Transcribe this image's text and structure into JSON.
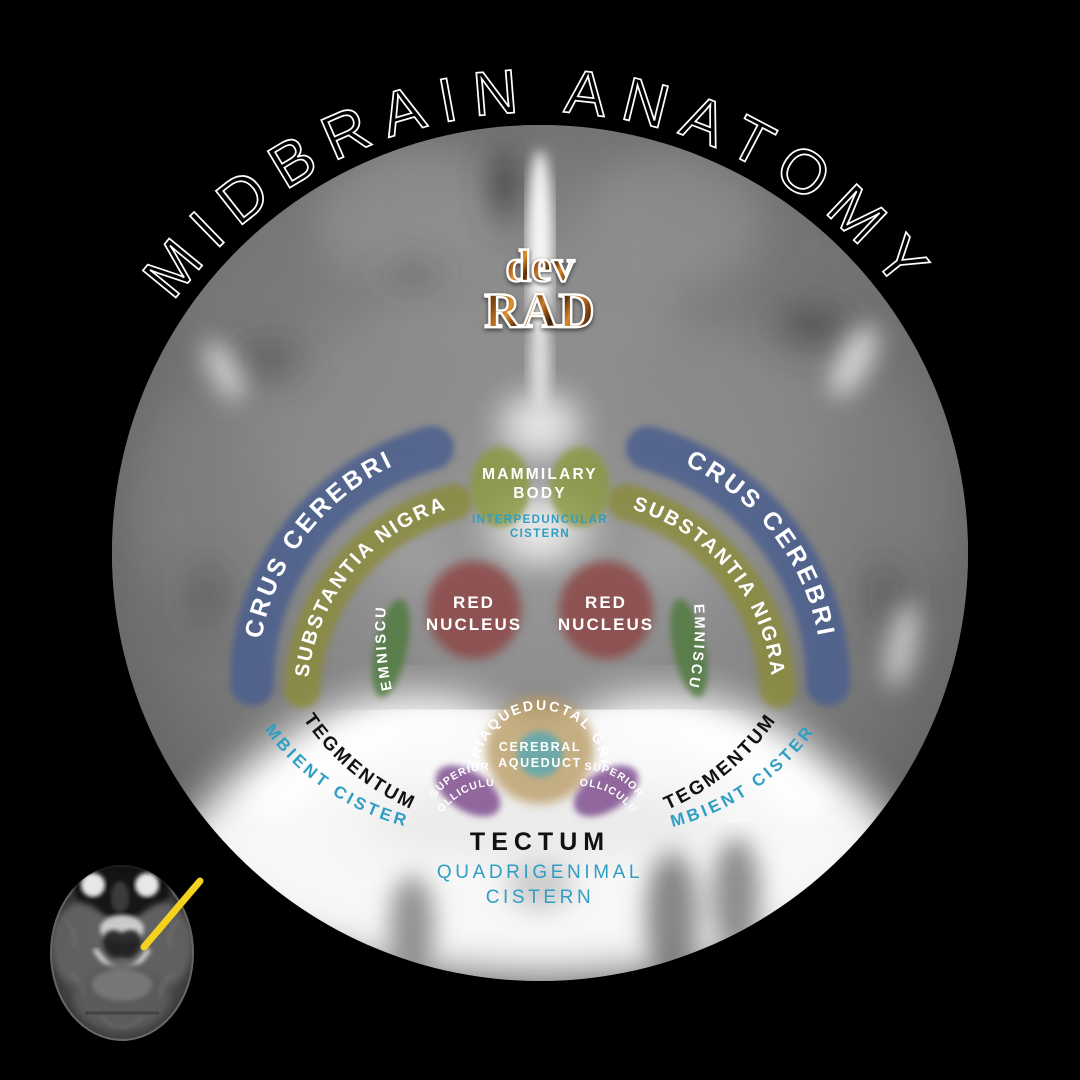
{
  "title": {
    "text": "MIDBRAIN ANATOMY"
  },
  "logo": {
    "line1": "dev",
    "line2": "RAD"
  },
  "colors": {
    "crus_cerebri": "#4a5d8f",
    "substantia_nigra": "#8b8b3c",
    "mammillary_body": "#8a9a40",
    "red_nucleus": "#8d4040",
    "lemniscus": "#4f7a3e",
    "periaqueductal_gray": "#b99a64",
    "cerebral_aqueduct": "#5ba8ae",
    "superior_colliculus": "#7b4a8c",
    "cistern_text": "#2f9ec4",
    "tectum_text": "#111111",
    "tegmentum_text": "#111111",
    "title_stroke": "#ffffff",
    "pointer": "#f5d21e",
    "background": "#000000"
  },
  "structures": [
    {
      "id": "crus-cerebri-left",
      "label": "CRUS CEREBRI",
      "side": "left",
      "color": "#4a5d8f",
      "text_color": "#ffffff"
    },
    {
      "id": "crus-cerebri-right",
      "label": "CRUS CEREBRI",
      "side": "right",
      "color": "#4a5d8f",
      "text_color": "#ffffff"
    },
    {
      "id": "substantia-nigra-left",
      "label": "SUBSTANTIA NIGRA",
      "side": "left",
      "color": "#8b8b3c",
      "text_color": "#ffffff"
    },
    {
      "id": "substantia-nigra-right",
      "label": "SUBSTANTIA NIGRA",
      "side": "right",
      "color": "#8b8b3c",
      "text_color": "#ffffff"
    },
    {
      "id": "mammillary-body",
      "label": "MAMMILARY BODY",
      "side": "center",
      "color": "#8a9a40",
      "text_color": "#ffffff"
    },
    {
      "id": "red-nucleus-left",
      "label": "RED NUCLEUS",
      "side": "left",
      "color": "#8d4040",
      "text_color": "#ffffff"
    },
    {
      "id": "red-nucleus-right",
      "label": "RED NUCLEUS",
      "side": "right",
      "color": "#8d4040",
      "text_color": "#ffffff"
    },
    {
      "id": "lemniscus-left",
      "label": "LEMNISCUS",
      "side": "left",
      "color": "#4f7a3e",
      "text_color": "#ffffff"
    },
    {
      "id": "lemniscus-right",
      "label": "LEMNISCUS",
      "side": "right",
      "color": "#4f7a3e",
      "text_color": "#ffffff"
    },
    {
      "id": "periaqueductal-gray",
      "label": "PERIAQUEDUCTAL GRAY",
      "side": "center",
      "color": "#b99a64",
      "text_color": "#ffffff"
    },
    {
      "id": "cerebral-aqueduct",
      "label": "CEREBRAL AQUEDUCT",
      "side": "center",
      "color": "#5ba8ae",
      "text_color": "#ffffff"
    },
    {
      "id": "superior-colliculus-left",
      "label": "SUPERIOR COLLICULUS",
      "side": "left",
      "color": "#7b4a8c",
      "text_color": "#ffffff"
    },
    {
      "id": "superior-colliculus-right",
      "label": "SUPERIOR COLLICULUS",
      "side": "right",
      "color": "#7b4a8c",
      "text_color": "#ffffff"
    }
  ],
  "text_labels": {
    "crus_cerebri_left": "CRUS CEREBRI",
    "crus_cerebri_right": "CRUS CEREBRI",
    "substantia_nigra_left": "SUBSTANTIA NIGRA",
    "substantia_nigra_right": "SUBSTANTIA NIGRA",
    "mammillary_body_line1": "MAMMILARY",
    "mammillary_body_line2": "BODY",
    "interpeduncular_line1": "INTERPEDUNCULAR",
    "interpeduncular_line2": "CISTERN",
    "red_nucleus_left_line1": "RED",
    "red_nucleus_left_line2": "NUCLEUS",
    "red_nucleus_right_line1": "RED",
    "red_nucleus_right_line2": "NUCLEUS",
    "lemniscus_left": "LEMNISCUS",
    "lemniscus_right": "LEMNISCUS",
    "periaqueductal_gray": "PERIAQUEDUCTAL GRAY",
    "cerebral_aqueduct_line1": "CEREBRAL",
    "cerebral_aqueduct_line2": "AQUEDUCT",
    "superior_colliculus_left_line1": "SUPERIOR",
    "superior_colliculus_left_line2": "COLLICULUS",
    "superior_colliculus_right_line1": "SUPERIOR",
    "superior_colliculus_right_line2": "COLLICULUS",
    "tegmentum_left": "TEGMENTUM",
    "tegmentum_right": "TEGMENTUM",
    "ambient_cistern_left": "AMBIENT CISTERN",
    "ambient_cistern_right": "AMBIENT CISTERN",
    "tectum": "TECTUM",
    "quadrigeminal_line1": "QUADRIGENIMAL",
    "quadrigeminal_line2": "CISTERN"
  },
  "thumbnail": {
    "description": "axial-t2-brain-mri",
    "pointer_color": "#f5d21e"
  }
}
